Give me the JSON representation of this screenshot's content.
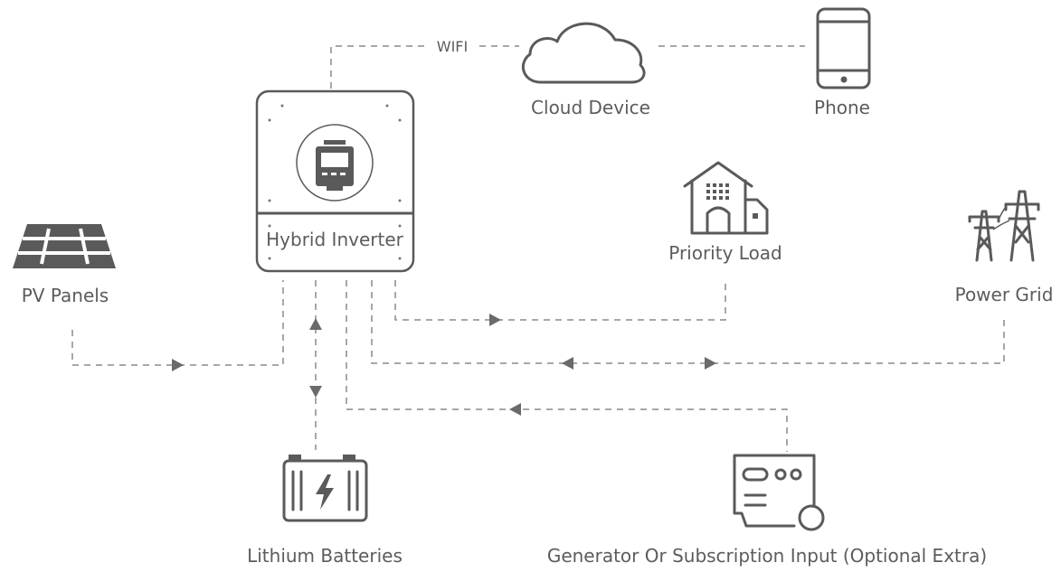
{
  "labels": {
    "wifi": "WIFI",
    "cloud": "Cloud Device",
    "phone": "Phone",
    "inverter": "Hybrid Inverter",
    "priority_load": "Priority Load",
    "power_grid": "Power Grid",
    "pv_panels": "PV Panels",
    "batteries": "Lithium Batteries",
    "generator": "Generator Or Subscription  Input  (Optional Extra)"
  },
  "colors": {
    "icon": "#5a5a5a",
    "text": "#5c5c5c",
    "line": "#8a8a8a"
  },
  "icons": {
    "cloud": "cloud-icon",
    "phone": "phone-icon",
    "inverter": "inverter-icon",
    "house": "house-icon",
    "tower": "power-tower-icon",
    "solar": "solar-panel-icon",
    "battery": "battery-icon",
    "generator": "generator-icon"
  }
}
